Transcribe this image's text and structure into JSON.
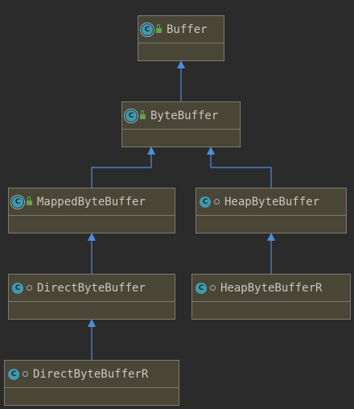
{
  "diagram": {
    "colors": {
      "background": "#2b2b2b",
      "node_fill": "#4a4637",
      "node_border": "#7c7a70",
      "edge": "#4a8ee0",
      "class_badge": "#3e9bb0",
      "public_icon": "#62a441"
    },
    "nodes": [
      {
        "id": "buffer",
        "label": "Buffer",
        "kind": "abstract",
        "visibility": "public"
      },
      {
        "id": "bytebuffer",
        "label": "ByteBuffer",
        "kind": "abstract",
        "visibility": "public"
      },
      {
        "id": "mapped",
        "label": "MappedByteBuffer",
        "kind": "abstract",
        "visibility": "public"
      },
      {
        "id": "heap",
        "label": "HeapByteBuffer",
        "kind": "class",
        "visibility": "package"
      },
      {
        "id": "direct",
        "label": "DirectByteBuffer",
        "kind": "class",
        "visibility": "package"
      },
      {
        "id": "heapr",
        "label": "HeapByteBufferR",
        "kind": "class",
        "visibility": "package"
      },
      {
        "id": "directr",
        "label": "DirectByteBufferR",
        "kind": "class",
        "visibility": "package"
      }
    ],
    "edges": [
      {
        "from": "bytebuffer",
        "to": "buffer",
        "type": "extends"
      },
      {
        "from": "mapped",
        "to": "bytebuffer",
        "type": "extends"
      },
      {
        "from": "heap",
        "to": "bytebuffer",
        "type": "extends"
      },
      {
        "from": "direct",
        "to": "mapped",
        "type": "extends"
      },
      {
        "from": "heapr",
        "to": "heap",
        "type": "extends"
      },
      {
        "from": "directr",
        "to": "direct",
        "type": "extends"
      }
    ]
  }
}
